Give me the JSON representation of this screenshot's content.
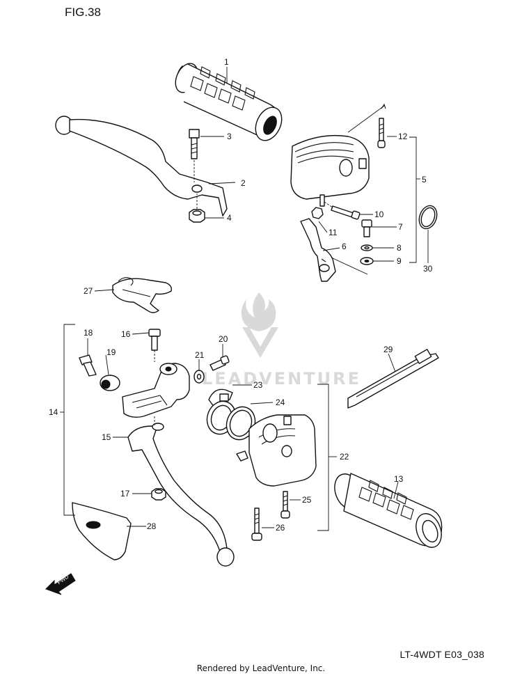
{
  "figure_title": "FIG.38",
  "drawing_code": "LT-4WDT E03_038",
  "footer": "Rendered by LeadVenture, Inc.",
  "watermark": "LEADVENTURE",
  "fwd_label": "FWD",
  "callouts": [
    "1",
    "2",
    "3",
    "4",
    "5",
    "6",
    "7",
    "8",
    "9",
    "10",
    "11",
    "12",
    "13",
    "14",
    "15",
    "16",
    "17",
    "18",
    "19",
    "20",
    "21",
    "22",
    "23",
    "24",
    "25",
    "26",
    "27",
    "28",
    "29",
    "30"
  ]
}
